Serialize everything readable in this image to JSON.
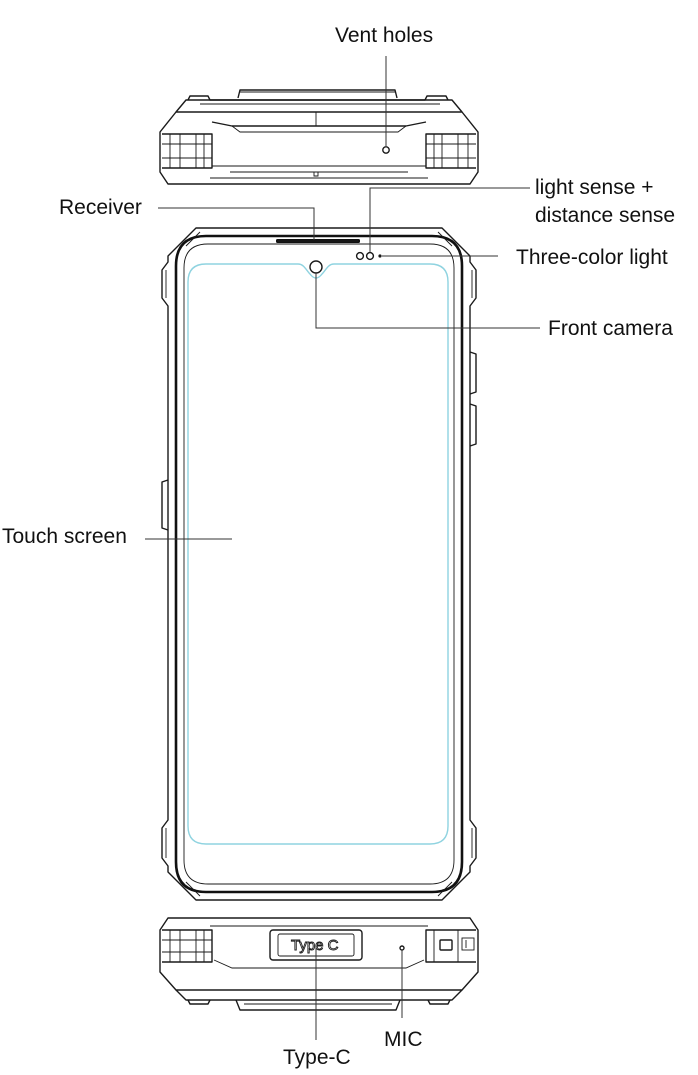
{
  "labels": {
    "vent_holes": "Vent holes",
    "receiver": "Receiver",
    "light_sense_line1": "light sense +",
    "light_sense_line2": "distance sense",
    "three_color_light": "Three-color light",
    "front_camera": "Front camera",
    "touch_screen": "Touch screen",
    "type_c_port_text": "Type C",
    "type_c": "Type-C",
    "mic": "MIC"
  },
  "colors": {
    "outline": "#1a1a1a",
    "screen_area": "#8fd3e0",
    "background": "#ffffff"
  }
}
